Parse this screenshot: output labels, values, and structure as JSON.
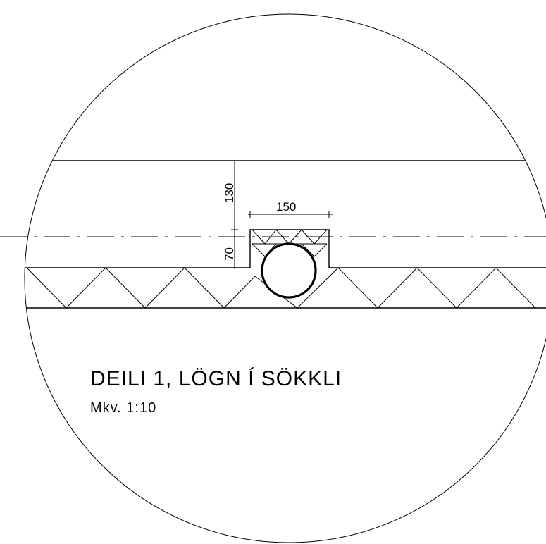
{
  "detail": {
    "title": "DEILI 1, LÖGN Í SÖKKLI",
    "scale": "Mkv. 1:10"
  },
  "dimensions": {
    "top": "130",
    "bottom": "70",
    "width": "150"
  }
}
